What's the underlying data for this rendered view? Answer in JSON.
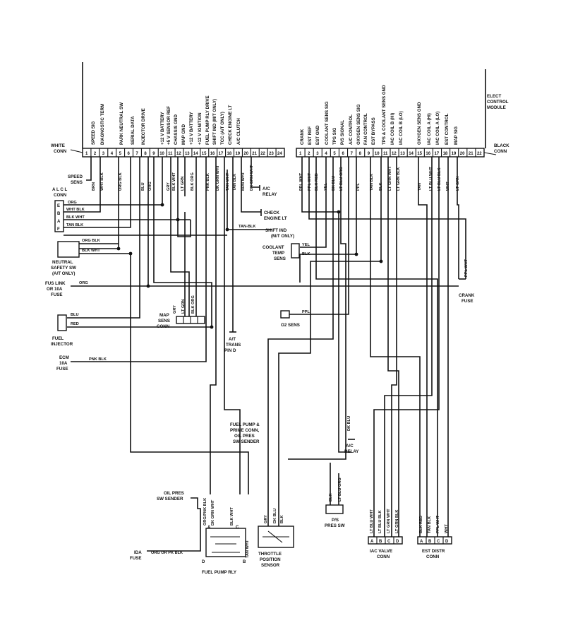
{
  "module": {
    "title": [
      "ELECT",
      "CONTROL",
      "MODULE"
    ],
    "white_conn": [
      "WHITE",
      "CONN"
    ],
    "black_conn": [
      "BLACK",
      "CONN"
    ]
  },
  "white_pins": [
    "1",
    "2",
    "3",
    "4",
    "5",
    "6",
    "7",
    "8",
    "9",
    "10",
    "11",
    "12",
    "13",
    "14",
    "15",
    "16",
    "17",
    "18",
    "19",
    "20",
    "21",
    "22",
    "23",
    "24"
  ],
  "black_pins": [
    "1",
    "2",
    "3",
    "4",
    "5",
    "6",
    "7",
    "8",
    "9",
    "10",
    "11",
    "12",
    "13",
    "14",
    "15",
    "16",
    "17",
    "18",
    "19",
    "20",
    "21",
    "22"
  ],
  "white_functions": [
    "SPEED SIG",
    "DIAGNOSTIC TERM",
    "PARK NEUTRAL SW",
    "SERIAL DATA",
    "INJECTOR DRIVE",
    "+12 V BATTERY",
    "+5 V SENSOR REF",
    "CHASSIS GND",
    "MAP GND",
    "+12 V BATTERY",
    "+12 V IGNITION",
    "FUEL PUMP RLY DRIVE",
    "SHIFT IND (M/T ONLY)",
    "TCC (A/T ONLY)",
    "CHECK ENGINE LT",
    "A/C CLUTCH"
  ],
  "black_functions": [
    "CRANK",
    "EST REF",
    "EST GND",
    "COOLANT SENS SIG",
    "TPS SIG",
    "P/S SIGNAL",
    "A/C CONTROL",
    "OXYGEN SENS SIG",
    "FAN CONTROL",
    "EST BYPASS",
    "TPS & COOLANT SENS GND",
    "IAC COIL B (HI)",
    "IAC COIL B (LO)",
    "OXYGEN SENS GND",
    "IAC COIL A (HI)",
    "IAC COIL A (LO)",
    "EST CONTROL",
    "MAP SIG"
  ],
  "white_wire_colors": [
    "BRN",
    "WHT BLK",
    "ORG BLK",
    "BLU",
    "ORG",
    "GRY",
    "BLK WHT",
    "LT GRN",
    "BLK ORG",
    "PNK BLK",
    "DK GRN WHT",
    "TAN WHT",
    "TAN BLK",
    "BRN WHT",
    "DK GRN WHT"
  ],
  "black_wire_colors": [
    "PPL WHT",
    "PPL WHT",
    "BLK RED",
    "YEL",
    "DK BLU",
    "LT BLU ORG",
    "PPL",
    "TAN BLK",
    "BLK",
    "LT GRN WHT",
    "LT GRN BLK",
    "TAN",
    "LT BLU WHT",
    "LT BLU BLK",
    "WHT",
    "LT GRN"
  ],
  "components": {
    "speed_sens": [
      "SPEED",
      "SENS"
    ],
    "alcl": [
      "A L C L",
      "CONN"
    ],
    "alcl_pins": [
      "E",
      "B",
      "A",
      "F"
    ],
    "alcl_wires": [
      "ORG",
      "WHT BLK",
      "BLK WHT",
      "TAN BLK"
    ],
    "neutral_sw": [
      "NEUTRAL",
      "SAFETY SW",
      "(A/T ONLY)"
    ],
    "neutral_wires": [
      "ORG BLK",
      "BLK WHT"
    ],
    "fus_link": [
      "FUS LINK",
      "OR 10A",
      "FUSE"
    ],
    "fus_link_wire": "ORG",
    "fuel_injector": [
      "FUEL",
      "INJECTOR"
    ],
    "injector_wires": [
      "BLU",
      "RED"
    ],
    "ecm_fuse": [
      "ECM",
      "10A",
      "FUSE"
    ],
    "ecm_fuse_wire": "PNK BLK",
    "ac_relay_top": [
      "A/C",
      "RELAY"
    ],
    "check_engine": [
      "CHECK",
      "ENGINE LT"
    ],
    "shift_ind": [
      "SHIFT IND",
      "(M/T ONLY)"
    ],
    "shift_ind_wire": "TAN-BLK",
    "coolant_temp": [
      "COOLANT",
      "TEMP",
      "SENS"
    ],
    "coolant_wires": [
      "YEL",
      "BLK"
    ],
    "map_sens": [
      "MAP",
      "SENS",
      "CONN"
    ],
    "map_wires": [
      "GRY",
      "LT GRN",
      "BLK ORG"
    ],
    "at_trans": [
      "A/T",
      "TRANS",
      "PIN D"
    ],
    "o2_sens": "O2 SENS",
    "o2_wire": "PPL",
    "crank_fuse": [
      "CRANK",
      "FUSE"
    ],
    "crank_wire": "PPL WHT",
    "fuel_pump_prime": [
      "FUEL PUMP &",
      "PRIME CONN,",
      "OIL PRES",
      "SW SENDER"
    ],
    "ac_relay_mid": [
      "A/C",
      "RELAY"
    ],
    "ac_relay_mid_wire": "DK BLU",
    "oil_pres": [
      "OIL PRES",
      "SW SENDER"
    ],
    "oil_pres_wires": [
      "ORG/PNK BLK",
      "DK GRN WHT",
      "BLK WHT",
      "TAN WHT"
    ],
    "relay_pins": [
      "D",
      "A",
      "C",
      "B"
    ],
    "ida_fuse": [
      "IDA",
      "FUSE"
    ],
    "ida_wire": "ORG OR PK BLK",
    "fuel_pump_rly": "FUEL PUMP RLY",
    "tps": [
      "THROTTLE",
      "POSITION",
      "SENSOR"
    ],
    "tps_wires": [
      "GRY",
      "DK BLU",
      "BLK"
    ],
    "ps_sw": [
      "P/S",
      "PRES SW"
    ],
    "ps_wires": [
      "BLK",
      "LT BLU ORG"
    ],
    "iac": [
      "IAC VALVE",
      "CONN"
    ],
    "iac_pins": [
      "A",
      "B",
      "C",
      "D"
    ],
    "iac_wires": [
      "LT BLU WHT",
      "LT BLU BLK",
      "LT GRN WHT",
      "LT GRN BLK"
    ],
    "est": [
      "EST DISTR",
      "CONN"
    ],
    "est_pins": [
      "A",
      "B",
      "C",
      "D"
    ],
    "est_wires": [
      "BLK RED",
      "TAN BLK",
      "PPL WHT",
      "WHT"
    ]
  }
}
